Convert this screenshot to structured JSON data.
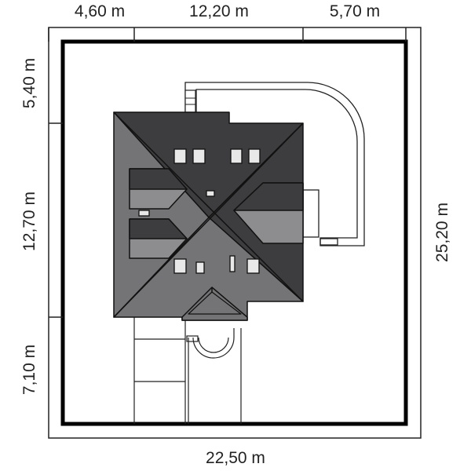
{
  "dimensions": {
    "top": [
      "4,60 m",
      "12,20 m",
      "5,70 m"
    ],
    "left": [
      "5,40 m",
      "12,70 m",
      "7,10 m"
    ],
    "right": "25,20 m",
    "bottom": "22,50 m"
  },
  "colors": {
    "roof_dark": "#3d3c3e",
    "roof_mid": "#747375",
    "roof_light": "#8d8c8e",
    "outline": "#111111",
    "plot_border": "#000000",
    "window": "#e8e8e8"
  }
}
